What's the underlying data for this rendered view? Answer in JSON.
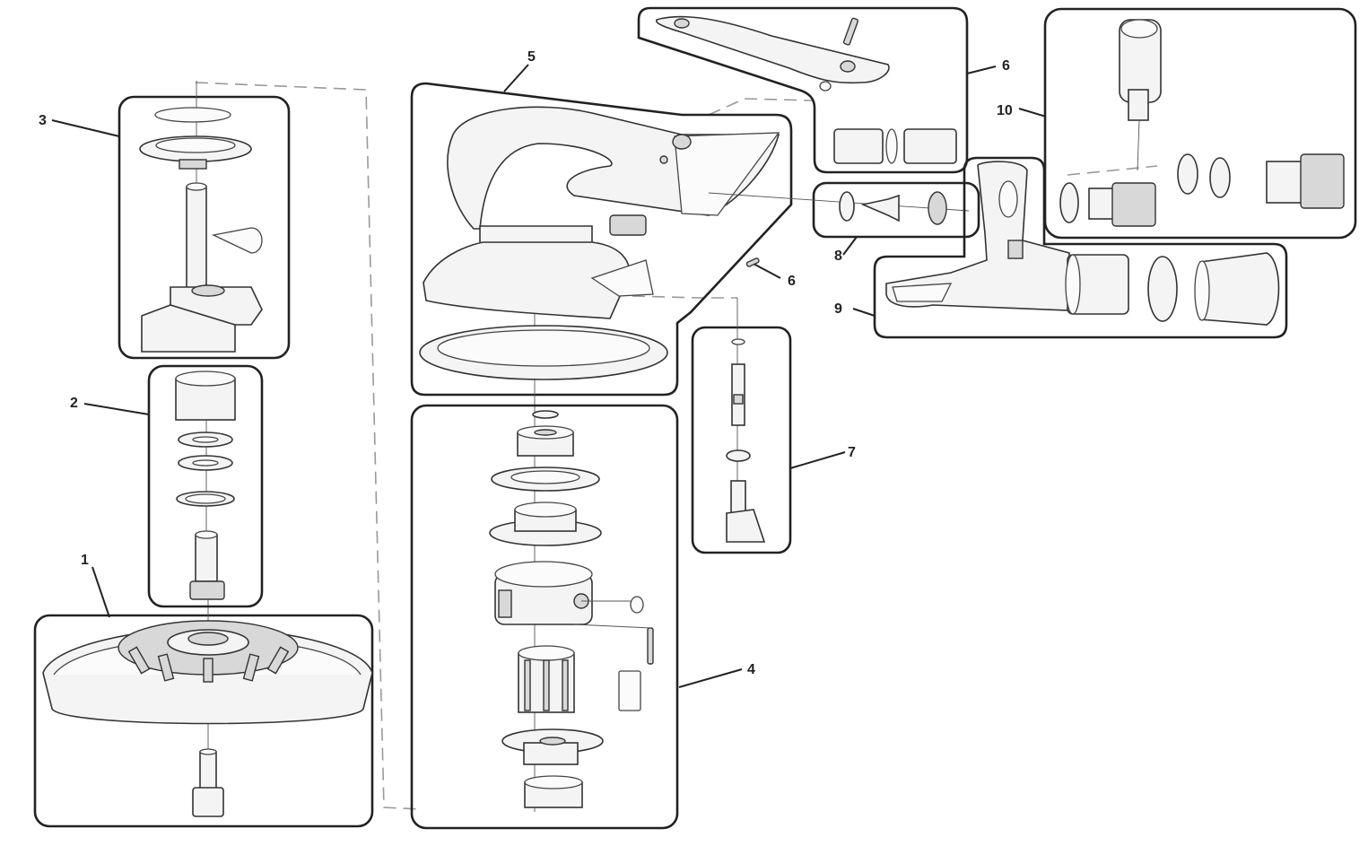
{
  "callouts": [
    {
      "id": "c1",
      "label": "1"
    },
    {
      "id": "c2",
      "label": "2"
    },
    {
      "id": "c3",
      "label": "3"
    },
    {
      "id": "c4",
      "label": "4"
    },
    {
      "id": "c5",
      "label": "5"
    },
    {
      "id": "c6a",
      "label": "6"
    },
    {
      "id": "c6b",
      "label": "6"
    },
    {
      "id": "c7",
      "label": "7"
    },
    {
      "id": "c8",
      "label": "8"
    },
    {
      "id": "c9",
      "label": "9"
    },
    {
      "id": "c10",
      "label": "10"
    }
  ]
}
